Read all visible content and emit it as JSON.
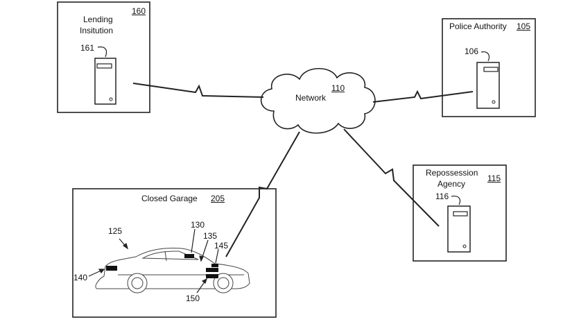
{
  "network": {
    "label": "Network",
    "ref": "110"
  },
  "lending": {
    "label_line1": "Lending",
    "label_line2": "Insitution",
    "ref": "160",
    "server_ref": "161"
  },
  "police": {
    "label": "Police Authority",
    "ref": "105",
    "server_ref": "106"
  },
  "repo": {
    "label_line1": "Repossession",
    "label_line2": "Agency",
    "ref": "115",
    "server_ref": "116"
  },
  "garage": {
    "label": "Closed Garage",
    "ref": "205",
    "car_ref": "125",
    "component_refs": {
      "r130": "130",
      "r135": "135",
      "r145": "145",
      "r140": "140",
      "r150": "150"
    }
  },
  "colors": {
    "line": "#222222",
    "fill": "#ffffff"
  }
}
